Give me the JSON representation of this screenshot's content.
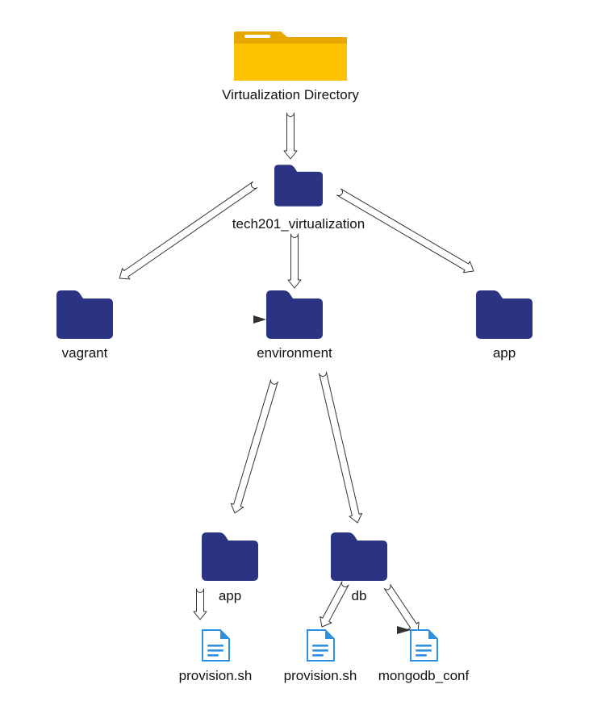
{
  "diagram": {
    "root": {
      "label": "Virtualization Directory",
      "icon": "open-folder-icon",
      "color": "#fdc300"
    },
    "project": {
      "label": "tech201_virtualization",
      "icon": "folder-icon"
    },
    "level2": [
      {
        "label": "vagrant",
        "icon": "folder-icon"
      },
      {
        "label": "environment",
        "icon": "folder-icon"
      },
      {
        "label": "app",
        "icon": "folder-icon"
      }
    ],
    "level3": [
      {
        "label": "app",
        "icon": "folder-icon"
      },
      {
        "label": "db",
        "icon": "folder-icon"
      }
    ],
    "files": [
      {
        "label": "provision.sh",
        "icon": "document-icon"
      },
      {
        "label": "provision.sh",
        "icon": "document-icon"
      },
      {
        "label": "mongodb_conf",
        "icon": "document-icon"
      }
    ],
    "colors": {
      "folder": "#2b3383",
      "document": "#2f8fe0",
      "document_lines": "#2f8fe0",
      "connector_stroke": "#333333"
    }
  }
}
